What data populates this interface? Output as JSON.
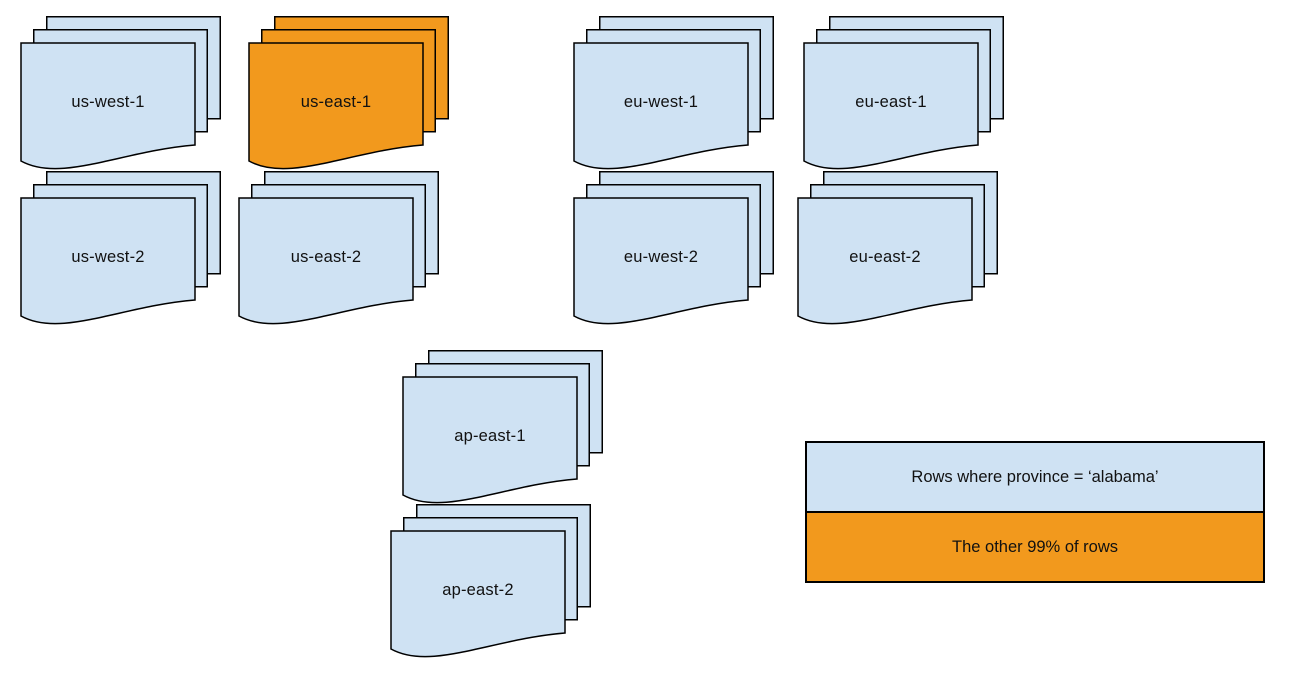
{
  "diagram": {
    "stacks": [
      {
        "label": "us-west-1",
        "color_key": "blue"
      },
      {
        "label": "us-east-1",
        "color_key": "orange"
      },
      {
        "label": "eu-west-1",
        "color_key": "blue"
      },
      {
        "label": "eu-east-1",
        "color_key": "blue"
      },
      {
        "label": "us-west-2",
        "color_key": "blue"
      },
      {
        "label": "us-east-2",
        "color_key": "blue"
      },
      {
        "label": "eu-west-2",
        "color_key": "blue"
      },
      {
        "label": "eu-east-2",
        "color_key": "blue"
      },
      {
        "label": "ap-east-1",
        "color_key": "blue"
      },
      {
        "label": "ap-east-2",
        "color_key": "blue"
      }
    ],
    "legend": {
      "items": [
        {
          "label": "Rows where province = ‘alabama’",
          "color_key": "blue"
        },
        {
          "label": "The other 99% of rows",
          "color_key": "orange"
        }
      ]
    },
    "colors": {
      "blue": "#cfe2f3",
      "orange": "#f2991d",
      "stroke": "#000000",
      "background": "#ffffff"
    }
  }
}
